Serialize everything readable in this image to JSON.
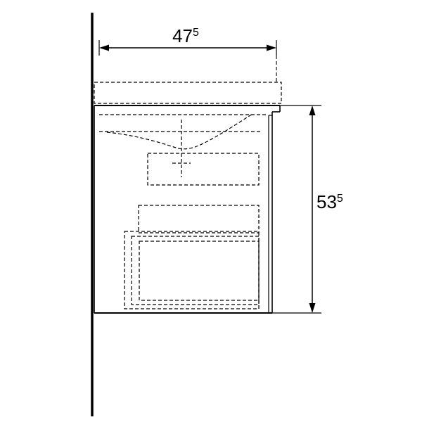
{
  "drawing": {
    "background_color": "#ffffff",
    "line_color": "#000000",
    "width_dimension": {
      "value": "47",
      "superscript": "5"
    },
    "height_dimension": {
      "value": "53",
      "superscript": "5"
    }
  }
}
